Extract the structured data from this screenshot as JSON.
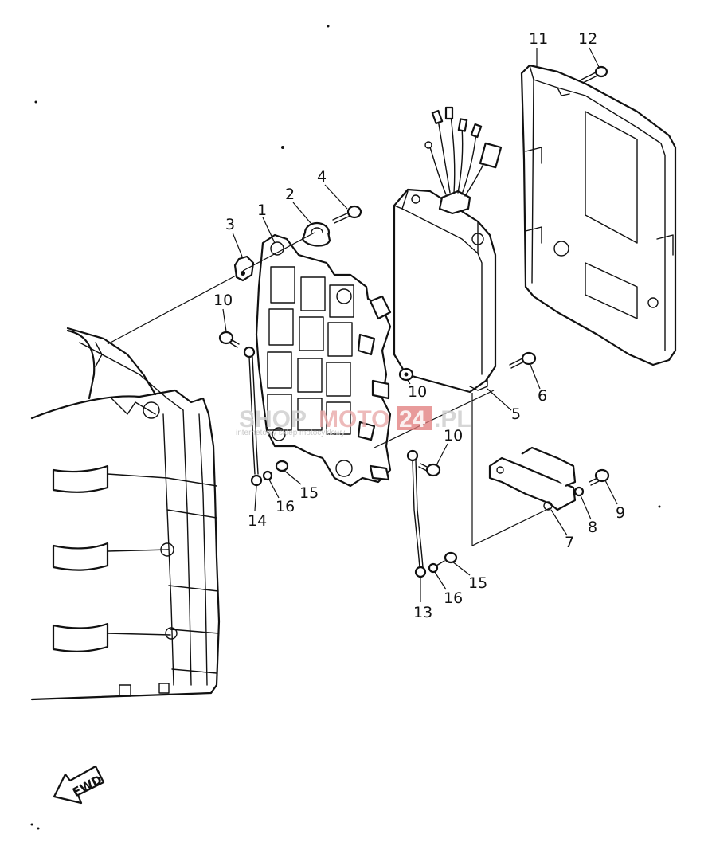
{
  "callouts": [
    {
      "id": "1",
      "label": "1"
    },
    {
      "id": "2",
      "label": "2"
    },
    {
      "id": "3",
      "label": "3"
    },
    {
      "id": "4",
      "label": "4"
    },
    {
      "id": "5",
      "label": "5"
    },
    {
      "id": "6",
      "label": "6"
    },
    {
      "id": "7",
      "label": "7"
    },
    {
      "id": "8",
      "label": "8"
    },
    {
      "id": "9",
      "label": "9"
    },
    {
      "id": "10a",
      "label": "10"
    },
    {
      "id": "10b",
      "label": "10"
    },
    {
      "id": "10c",
      "label": "10"
    },
    {
      "id": "11",
      "label": "11"
    },
    {
      "id": "12",
      "label": "12"
    },
    {
      "id": "13",
      "label": "13"
    },
    {
      "id": "14",
      "label": "14"
    },
    {
      "id": "15a",
      "label": "15"
    },
    {
      "id": "15b",
      "label": "15"
    },
    {
      "id": "16a",
      "label": "16"
    },
    {
      "id": "16b",
      "label": "16"
    }
  ],
  "fwd_label": "FWD",
  "watermark": {
    "part1": "SHOP",
    "part2": "MOTO",
    "part3": "24",
    "part4": ".PL",
    "subtitle": "internetowy sklep motocyklowy"
  }
}
